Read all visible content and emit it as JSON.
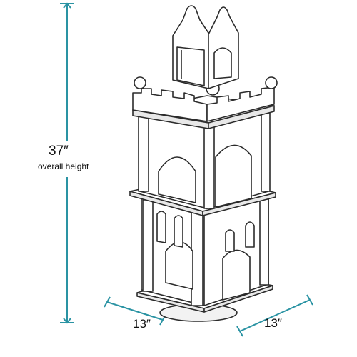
{
  "dimensions": {
    "height_value": "37″",
    "height_caption": "overall height",
    "width_left": "13″",
    "width_right": "13″"
  },
  "colors": {
    "dimension_line": "#2a93a3",
    "outline": "#2b2b2b",
    "fill": "#ffffff",
    "shadow": "#e8e8e8"
  }
}
